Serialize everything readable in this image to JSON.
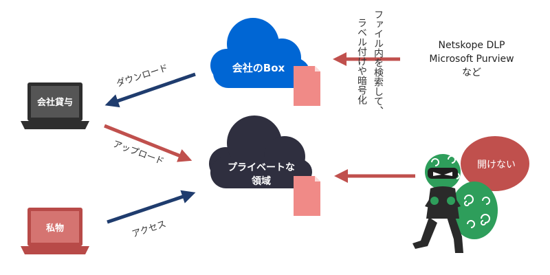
{
  "labels": {
    "cloud_company": "会社のBox",
    "cloud_private_line1": "プライベートな",
    "cloud_private_line2": "領域",
    "laptop_company": "会社貸与",
    "laptop_private": "私物",
    "arrow_download": "ダウンロード",
    "arrow_upload": "アップロード",
    "arrow_access": "アクセス",
    "tools_line1": "Netskope DLP",
    "tools_line2": "Microsoft Purview",
    "tools_line3": "など",
    "scan_line1": "ファイル内を検索して、",
    "scan_line2": "ラベル付けや暗号化",
    "thief_bubble": "開けない"
  },
  "colors": {
    "cloud_blue": "#0066d4",
    "cloud_dark": "#2f2f3f",
    "arrow_navy": "#1f3c6e",
    "arrow_red": "#c0504d",
    "document_pink": "#f08a87",
    "laptop_dark": "#2e2e2e",
    "laptop_red": "#b84a48",
    "bubble_red": "#c0504d",
    "thief_green": "#2e9e5b"
  },
  "icons": [
    "cloud-icon",
    "laptop-icon",
    "document-icon",
    "thief-icon",
    "speech-bubble-icon"
  ]
}
